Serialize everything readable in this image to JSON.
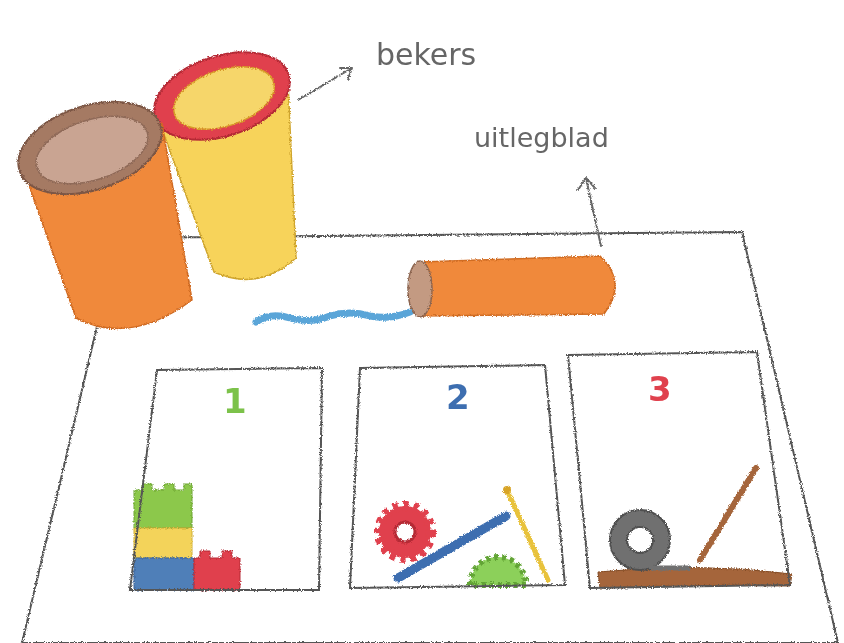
{
  "diagram": {
    "nodes": [
      {
        "text": [
          "1"
        ]
      },
      {
        "text": [
          "2"
        ]
      },
      {
        "text": [
          "3"
        ]
      }
    ],
    "labels": [
      "bekers",
      "uitlegblad"
    ]
  }
}
